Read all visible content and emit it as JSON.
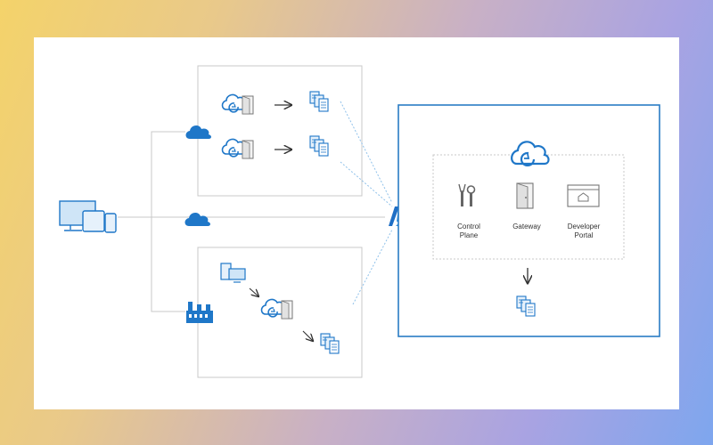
{
  "services": {
    "control_plane_line1": "Control",
    "control_plane_line2": "Plane",
    "gateway": "Gateway",
    "developer_portal_line1": "Developer",
    "developer_portal_line2": "Portal"
  },
  "colors": {
    "azure_blue": "#1f77c8",
    "border_gray": "#c8c8c8",
    "dotted_blue": "#8fc1ea",
    "apim_border": "#2a7cc4",
    "text": "#333333"
  },
  "icons": [
    "devices-icon",
    "cloud-icon",
    "factory-icon",
    "apim-cloud-icon",
    "gateway-door-icon",
    "api-docs-icon",
    "azure-logo-icon",
    "tools-icon",
    "portal-icon",
    "server-icon"
  ]
}
